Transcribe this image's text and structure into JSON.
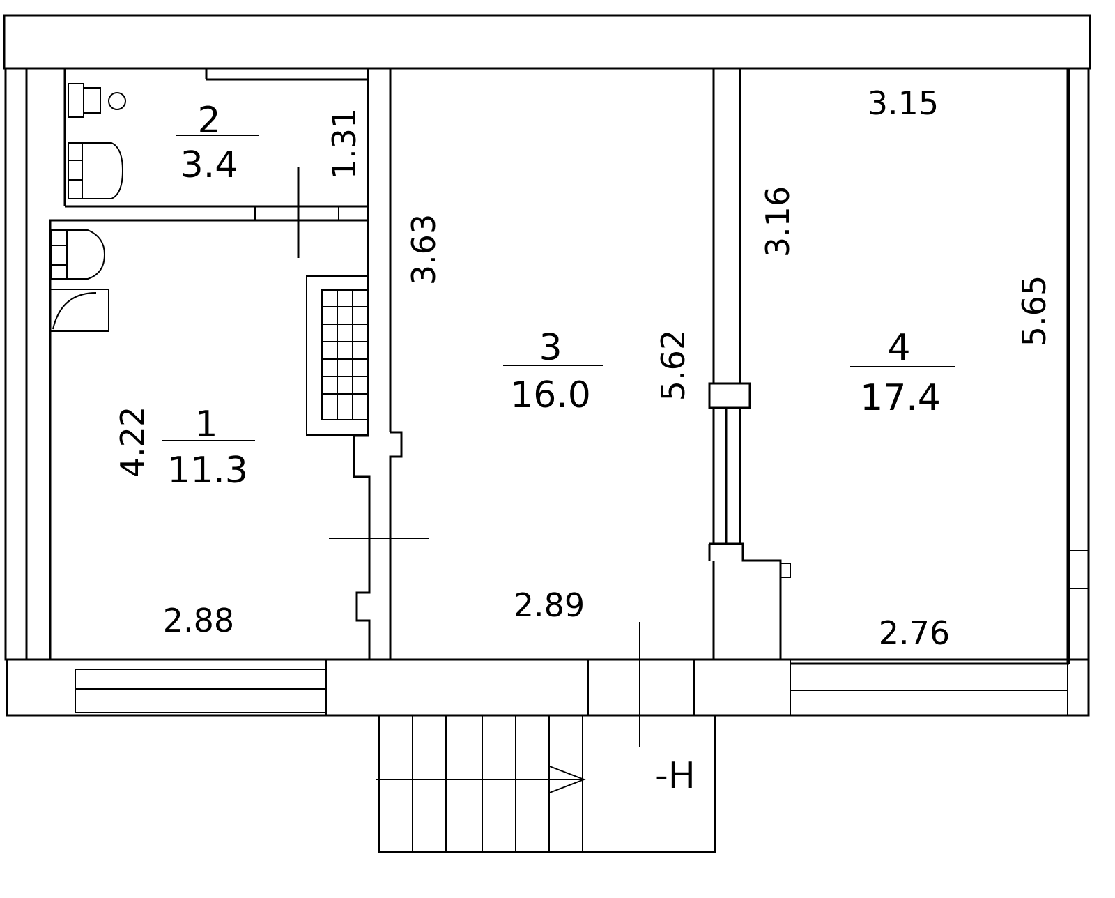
{
  "rooms": [
    {
      "number": "1",
      "area": "11.3"
    },
    {
      "number": "2",
      "area": "3.4"
    },
    {
      "number": "3",
      "area": "16.0"
    },
    {
      "number": "4",
      "area": "17.4"
    }
  ],
  "dimensions": {
    "room1_width": "2.88",
    "room1_height": "4.22",
    "room2_height": "1.31",
    "room3_side_upper": "3.63",
    "room3_side_right": "5.62",
    "room3_width": "2.89",
    "corridor_length": "3.16",
    "room4_width_top": "3.15",
    "room4_height": "5.65",
    "room4_width_bottom": "2.76"
  },
  "stair_label": "-H"
}
